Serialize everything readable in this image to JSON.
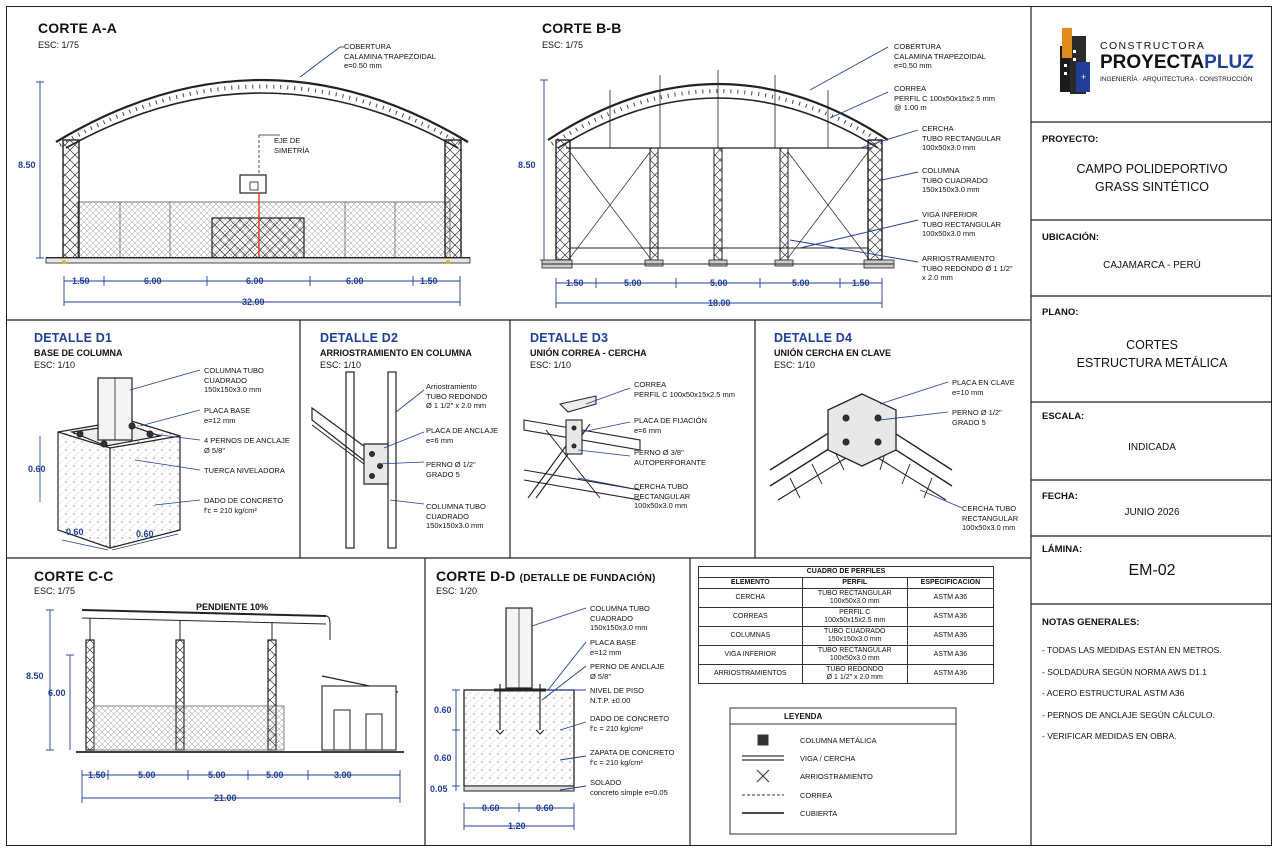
{
  "corte_aa": {
    "title": "CORTE A-A",
    "scale": "ESC: 1/75",
    "cobertura": "COBERTURA\nCALAMINA TRAPEZOIDAL\ne=0.50 mm",
    "eje": "EJE DE\nSIMETRÍA",
    "height": "8.50",
    "dims": [
      "1.50",
      "6.00",
      "6.00",
      "6.00",
      "1.50"
    ],
    "total": "32.00"
  },
  "corte_bb": {
    "title": "CORTE B-B",
    "scale": "ESC: 1/75",
    "cobertura": "COBERTURA\nCALAMINA TRAPEZOIDAL\ne=0.50 mm",
    "correa": "CORREA\nPERFIL C 100x50x15x2.5 mm\n@ 1.00 m",
    "cercha": "CERCHA\nTUBO RECTANGULAR\n100x50x3.0 mm",
    "columna": "COLUMNA\nTUBO CUADRADO\n150x150x3.0 mm",
    "viga": "VIGA INFERIOR\nTUBO RECTANGULAR\n100x50x3.0 mm",
    "arriostramiento": "ARRIOSTRAMIENTO\nTUBO REDONDO Ø 1 1/2\"\nx 2.0 mm",
    "height": "8.50",
    "dims": [
      "1.50",
      "5.00",
      "5.00",
      "5.00",
      "1.50"
    ],
    "total": "18.00"
  },
  "d1": {
    "title": "DETALLE D1",
    "sub": "BASE DE COLUMNA",
    "scale": "ESC: 1/10",
    "l1": "COLUMNA TUBO\nCUADRADO\n150x150x3.0 mm",
    "l2": "PLACA BASE\ne=12 mm",
    "l3": "4 PERNOS DE ANCLAJE\nØ 5/8\"",
    "l4": "TUERCA NIVELADORA",
    "l5": "DADO DE CONCRETO\nf'c = 210 kg/cm²",
    "h": "0.60",
    "w1": "0.60",
    "w2": "0.60"
  },
  "d2": {
    "title": "DETALLE D2",
    "sub": "ARRIOSTRAMIENTO EN COLUMNA",
    "scale": "ESC: 1/10",
    "l1": "Arriostramiento\nTUBO REDONDO\nØ 1 1/2\" x 2.0 mm",
    "l2": "PLACA DE ANCLAJE\ne=6 mm",
    "l3": "PERNO Ø 1/2\"\nGRADO 5",
    "l4": "COLUMNA TUBO\nCUADRADO\n150x150x3.0 mm"
  },
  "d3": {
    "title": "DETALLE D3",
    "sub": "UNIÓN CORREA - CERCHA",
    "scale": "ESC: 1/10",
    "l1": "CORREA\nPERFIL C 100x50x15x2.5 mm",
    "l2": "PLACA DE FIJACIÓN\ne=6 mm",
    "l3": "PERNO Ø 3/8\"\nAUTOPERFORANTE",
    "l4": "CERCHA TUBO\nRECTANGULAR\n100x50x3.0 mm"
  },
  "d4": {
    "title": "DETALLE D4",
    "sub": "UNIÓN CERCHA EN CLAVE",
    "scale": "ESC: 1/10",
    "l1": "PLACA EN CLAVE\ne=10 mm",
    "l2": "PERNO Ø 1/2\"\nGRADO 5",
    "l3": "CERCHA TUBO\nRECTANGULAR\n100x50x3.0 mm"
  },
  "corte_cc": {
    "title": "CORTE C-C",
    "scale": "ESC: 1/75",
    "pendiente": "PENDIENTE 10%",
    "h1": "8.50",
    "h2": "6.00",
    "dims": [
      "1.50",
      "5.00",
      "5.00",
      "5.00",
      "3.00"
    ],
    "total": "21.00"
  },
  "corte_dd": {
    "title": "CORTE D-D",
    "title2": "(DETALLE DE FUNDACIÓN)",
    "scale": "ESC: 1/20",
    "l1": "COLUMNA TUBO\nCUADRADO\n150x150x3.0 mm",
    "l2": "PLACA BASE\ne=12 mm",
    "l3": "PERNO DE ANCLAJE\nØ 5/8\"",
    "l4": "NIVEL DE PISO\nN.T.P. ±0.00",
    "l5": "DADO DE CONCRETO\nf'c = 210 kg/cm²",
    "l6": "ZAPATA DE CONCRETO\nf'c = 210 kg/cm²",
    "l7": "SOLADO\nconcreto simple e=0.05",
    "hdims": [
      "0.60",
      "0.60",
      "0.05"
    ],
    "w1": "0.60",
    "w2": "0.60",
    "total": "1.20"
  },
  "cuadro": {
    "title": "CUADRO DE PERFILES",
    "headers": [
      "ELEMENTO",
      "PERFIL",
      "ESPECIFICACIÓN"
    ],
    "rows": [
      [
        "CERCHA",
        "TUBO RECTANGULAR\n100x50x3.0 mm",
        "ASTM A36"
      ],
      [
        "CORREAS",
        "PERFIL C\n100x50x15x2.5 mm",
        "ASTM A36"
      ],
      [
        "COLUMNAS",
        "TUBO CUADRADO\n150x150x3.0 mm",
        "ASTM A36"
      ],
      [
        "VIGA INFERIOR",
        "TUBO RECTANGULAR\n100x50x3.0 mm",
        "ASTM A36"
      ],
      [
        "ARRIOSTRAMIENTOS",
        "TUBO REDONDO\nØ 1 1/2\" x 2.0 mm",
        "ASTM A36"
      ]
    ]
  },
  "leyenda": {
    "title": "LEYENDA",
    "items": [
      "COLUMNA METÁLICA",
      "VIGA / CERCHA",
      "ARRIOSTRAMIENTO",
      "CORREA",
      "CUBIERTA"
    ]
  },
  "title_block": {
    "company_top": "CONSTRUCTORA",
    "company_name_1": "PROYECTA",
    "company_name_2": "PLUZ",
    "company_tag": "INGENIERÍA · ARQUITECTURA · CONSTRUCCIÓN",
    "proyecto_label": "PROYECTO:",
    "proyecto": "CAMPO POLIDEPORTIVO\nGRASS SINTÉTICO",
    "ubicacion_label": "UBICACIÓN:",
    "ubicacion": "CAJAMARCA - PERÚ",
    "plano_label": "PLANO:",
    "plano": "CORTES\nESTRUCTURA METÁLICA",
    "escala_label": "ESCALA:",
    "escala": "INDICADA",
    "fecha_label": "FECHA:",
    "fecha": "JUNIO 2026",
    "lamina_label": "LÁMINA:",
    "lamina": "EM-02",
    "notas_label": "NOTAS GENERALES:",
    "notas": [
      "- TODAS LAS MEDIDAS ESTÁN EN METROS.",
      "- SOLDADURA SEGÚN NORMA AWS D1.1",
      "- ACERO ESTRUCTURAL ASTM A36",
      "- PERNOS DE ANCLAJE SEGÚN CÁLCULO.",
      "- VERIFICAR MEDIDAS EN OBRA."
    ]
  },
  "colors": {
    "dim": "#1f3f99",
    "line": "#222222",
    "brand_blue": "#1f3f99",
    "brand_orange": "#e08a1e"
  }
}
